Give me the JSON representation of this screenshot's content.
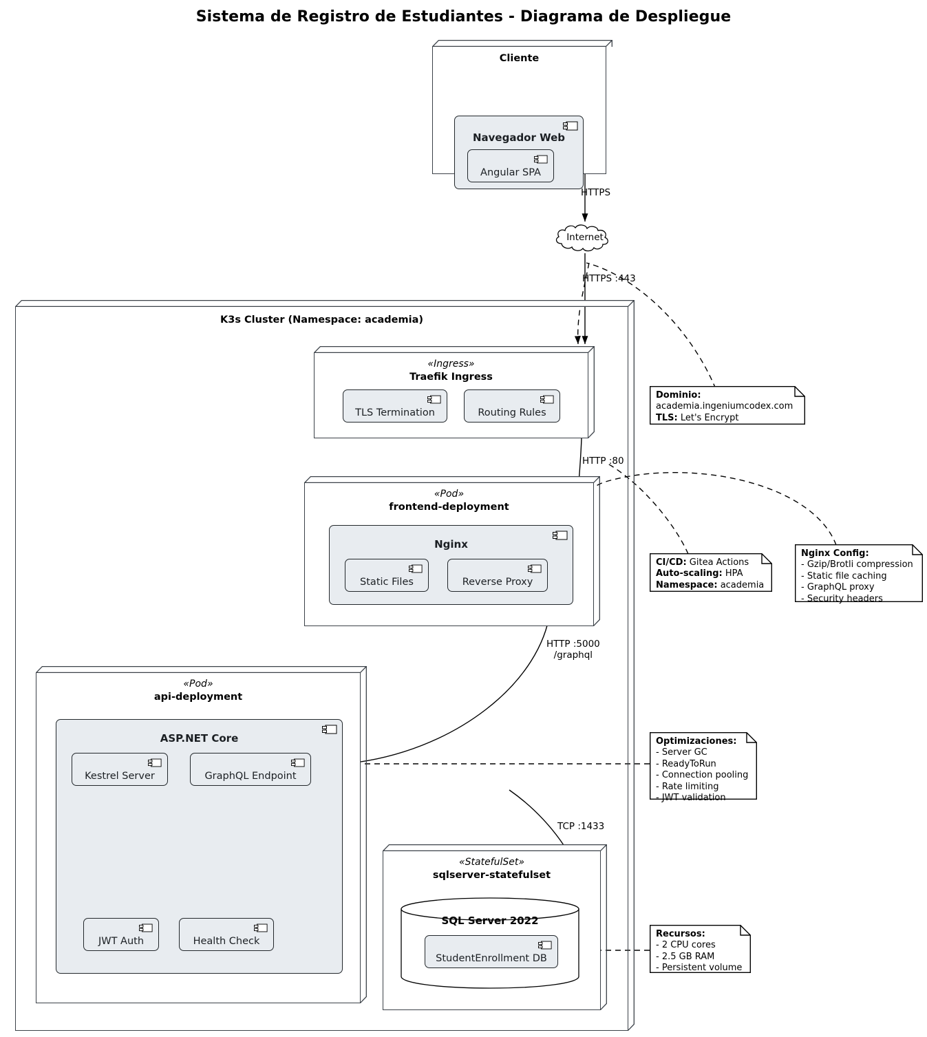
{
  "title": "Sistema de Registro de Estudiantes - Diagrama de Despliegue",
  "colors": {
    "component_fill": "#e8ecf0",
    "stroke": "#22272b",
    "node_stroke": "#3b4148",
    "background": "#ffffff"
  },
  "nodes": {
    "cliente": {
      "name": "Cliente",
      "browser": {
        "name": "Navegador Web",
        "app": "Angular SPA"
      }
    },
    "internet": {
      "label": "Internet"
    },
    "cluster": {
      "name": "K3s Cluster (Namespace: academia)"
    },
    "ingress": {
      "stereotype": "«Ingress»",
      "name": "Traefik Ingress",
      "components": [
        "TLS Termination",
        "Routing Rules"
      ]
    },
    "frontend": {
      "stereotype": "«Pod»",
      "name": "frontend-deployment",
      "container": {
        "name": "Nginx",
        "components": [
          "Static Files",
          "Reverse Proxy"
        ]
      }
    },
    "api": {
      "stereotype": "«Pod»",
      "name": "api-deployment",
      "container": {
        "name": "ASP.NET Core",
        "components": [
          "Kestrel Server",
          "GraphQL Endpoint",
          "JWT Auth",
          "Health Check"
        ]
      }
    },
    "database": {
      "stereotype": "«StatefulSet»",
      "name": "sqlserver-statefulset",
      "engine": "SQL Server 2022",
      "db": "StudentEnrollment DB"
    }
  },
  "connections": [
    {
      "id": "client-internet",
      "label": "HTTPS"
    },
    {
      "id": "internet-ingress",
      "label": "HTTPS :443"
    },
    {
      "id": "ingress-frontend",
      "label": "HTTP :80"
    },
    {
      "id": "frontend-api",
      "label": "HTTP :5000\n/graphql"
    },
    {
      "id": "api-db",
      "label": "TCP :1433"
    }
  ],
  "notes": {
    "dominio": {
      "lines": [
        {
          "bold": "Dominio:",
          "text": ""
        },
        {
          "bold": "",
          "text": "academia.ingeniumcodex.com"
        },
        {
          "bold": "TLS:",
          "text": " Let's Encrypt"
        }
      ]
    },
    "cicd": {
      "lines": [
        {
          "bold": "CI/CD:",
          "text": " Gitea Actions"
        },
        {
          "bold": "Auto-scaling:",
          "text": " HPA"
        },
        {
          "bold": "Namespace:",
          "text": " academia"
        }
      ]
    },
    "nginx_config": {
      "lines": [
        {
          "bold": "Nginx Config:",
          "text": ""
        },
        {
          "bold": "",
          "text": "- Gzip/Brotli compression"
        },
        {
          "bold": "",
          "text": "- Static file caching"
        },
        {
          "bold": "",
          "text": "- GraphQL proxy"
        },
        {
          "bold": "",
          "text": "- Security headers"
        }
      ]
    },
    "optimizaciones": {
      "lines": [
        {
          "bold": "Optimizaciones:",
          "text": ""
        },
        {
          "bold": "",
          "text": "- Server GC"
        },
        {
          "bold": "",
          "text": "- ReadyToRun"
        },
        {
          "bold": "",
          "text": "- Connection pooling"
        },
        {
          "bold": "",
          "text": "- Rate limiting"
        },
        {
          "bold": "",
          "text": "- JWT validation"
        }
      ]
    },
    "recursos": {
      "lines": [
        {
          "bold": "Recursos:",
          "text": ""
        },
        {
          "bold": "",
          "text": "- 2 CPU cores"
        },
        {
          "bold": "",
          "text": "- 2.5 GB RAM"
        },
        {
          "bold": "",
          "text": "- Persistent volume"
        }
      ]
    }
  }
}
